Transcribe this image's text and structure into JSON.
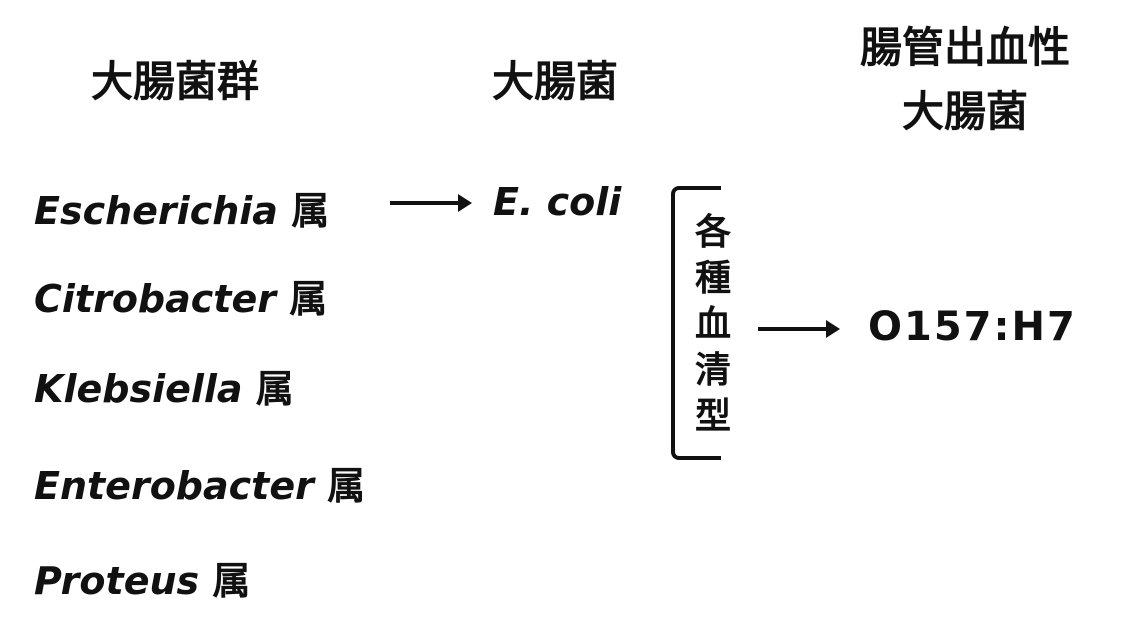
{
  "headers": {
    "coliform": "大腸菌群",
    "ecoli": "大腸菌",
    "ehec_line1": "腸管出血性",
    "ehec_line2": "大腸菌"
  },
  "genera": [
    {
      "name": "Escherichia",
      "suffix": "属"
    },
    {
      "name": "Citrobacter",
      "suffix": "属"
    },
    {
      "name": "Klebsiella",
      "suffix": "属"
    },
    {
      "name": "Enterobacter",
      "suffix": "属"
    },
    {
      "name": "Proteus",
      "suffix": "属"
    }
  ],
  "species": "E. coli",
  "serotypes_label": "各種血清型",
  "strain": "O157:H7"
}
